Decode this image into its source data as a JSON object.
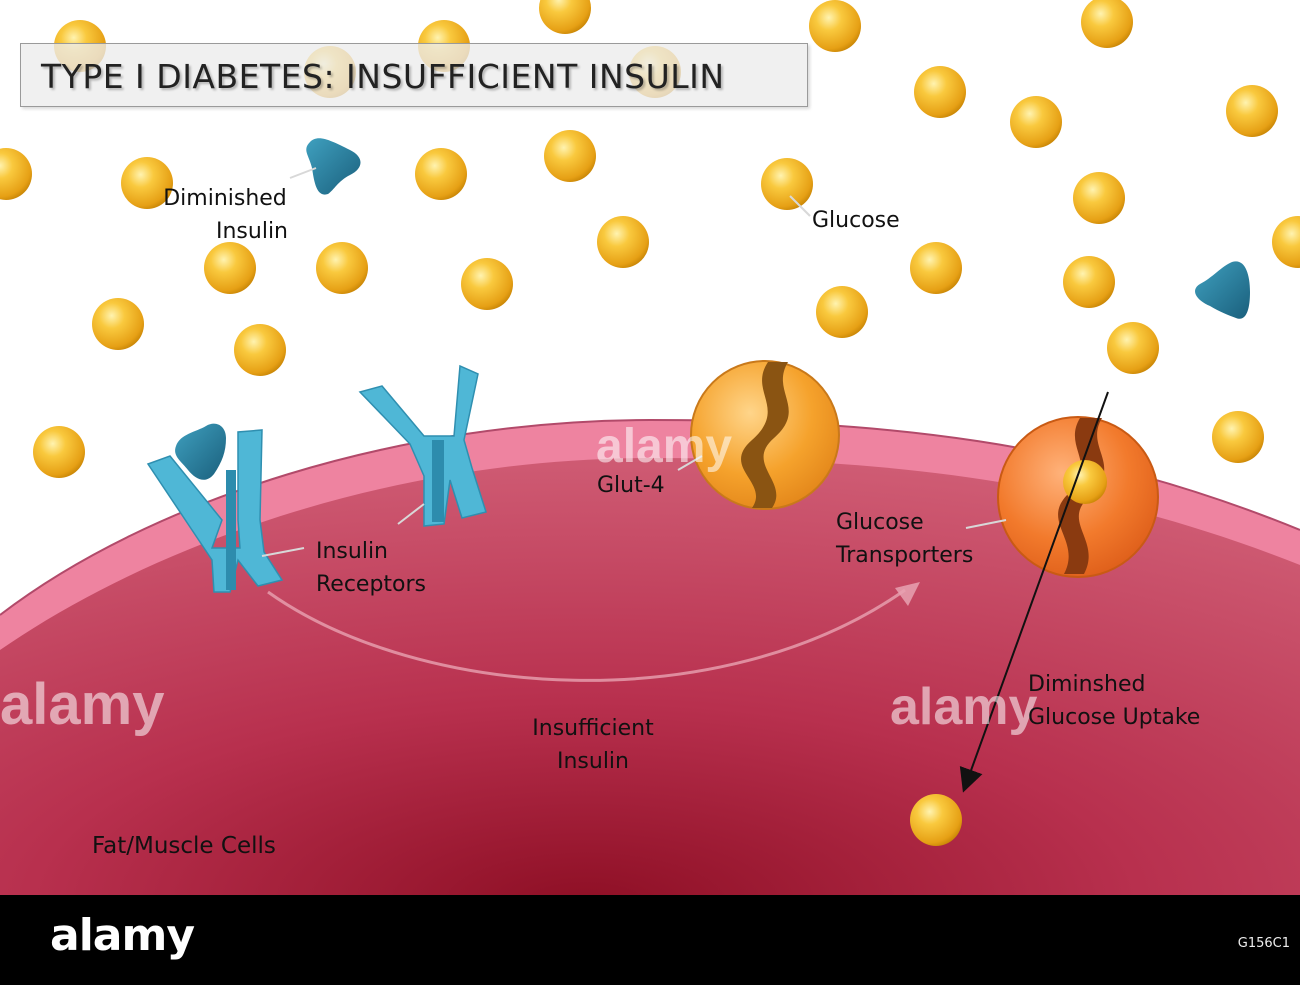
{
  "title": "TYPE I DIABETES: INSUFFICIENT INSULIN",
  "labels": {
    "diminished_insulin": [
      "Diminished",
      "Insulin"
    ],
    "glucose": "Glucose",
    "glut4": "Glut-4",
    "glucose_transporters": [
      "Glucose",
      "Transporters"
    ],
    "insulin_receptors": [
      "Insulin",
      "Receptors"
    ],
    "insufficient_insulin": [
      "Insufficient",
      "Insulin"
    ],
    "diminished_uptake": [
      "Diminshed",
      "Glucose Uptake"
    ],
    "cells": "Fat/Muscle Cells"
  },
  "watermark": {
    "brand": "alamy",
    "image_id": "G156C1"
  },
  "colors": {
    "glucose": "#f3b224",
    "insulin": "#1f7a99",
    "receptor": "#4fb6d4",
    "cell": "#c94f6a",
    "membrane": "#f08aa6",
    "transporter": "#f7a22e"
  }
}
